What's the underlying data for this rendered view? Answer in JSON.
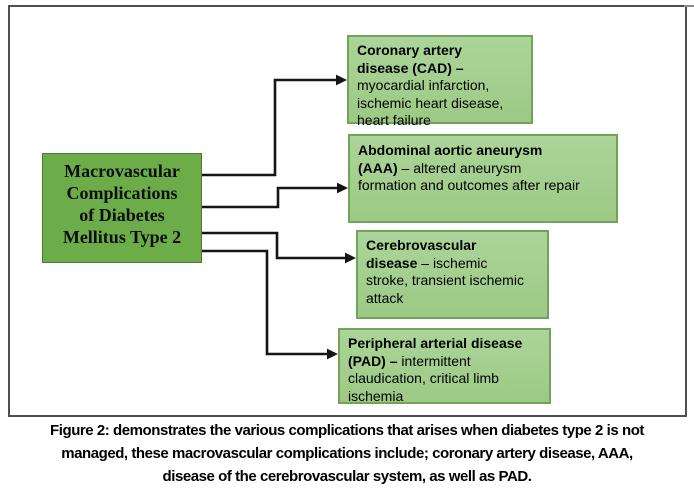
{
  "diagram": {
    "root": {
      "lines": [
        "Macrovascular",
        "Complications",
        "of Diabetes",
        "Mellitus Type 2"
      ]
    },
    "nodes": [
      {
        "bold": "Coronary artery disease (CAD) – ",
        "rest": "myocardial infarction, ischemic heart disease, heart failure"
      },
      {
        "bold": "Abdominal aortic aneurysm (AAA) ",
        "rest": "– altered aneurysm formation and outcomes after repair"
      },
      {
        "bold": "Cerebrovascular disease ",
        "rest": "– ischemic stroke, transient ischemic attack"
      },
      {
        "bold": "Peripheral arterial disease (PAD) – ",
        "rest": "intermittent claudication, critical limb ischemia"
      }
    ]
  },
  "caption": {
    "lines": [
      "Figure 2: demonstrates the various complications that arises when diabetes type 2 is not",
      "managed, these macrovascular complications include; coronary artery disease, AAA,",
      "disease of the cerebrovascular system, as well as PAD."
    ]
  },
  "colors": {
    "root_fill": "#6cad49",
    "root_border": "#4c7a31",
    "node_fill": "#a4cf8e",
    "node_border": "#73a35b",
    "connector": "#151515",
    "frame_border": "#4f4f4f"
  }
}
